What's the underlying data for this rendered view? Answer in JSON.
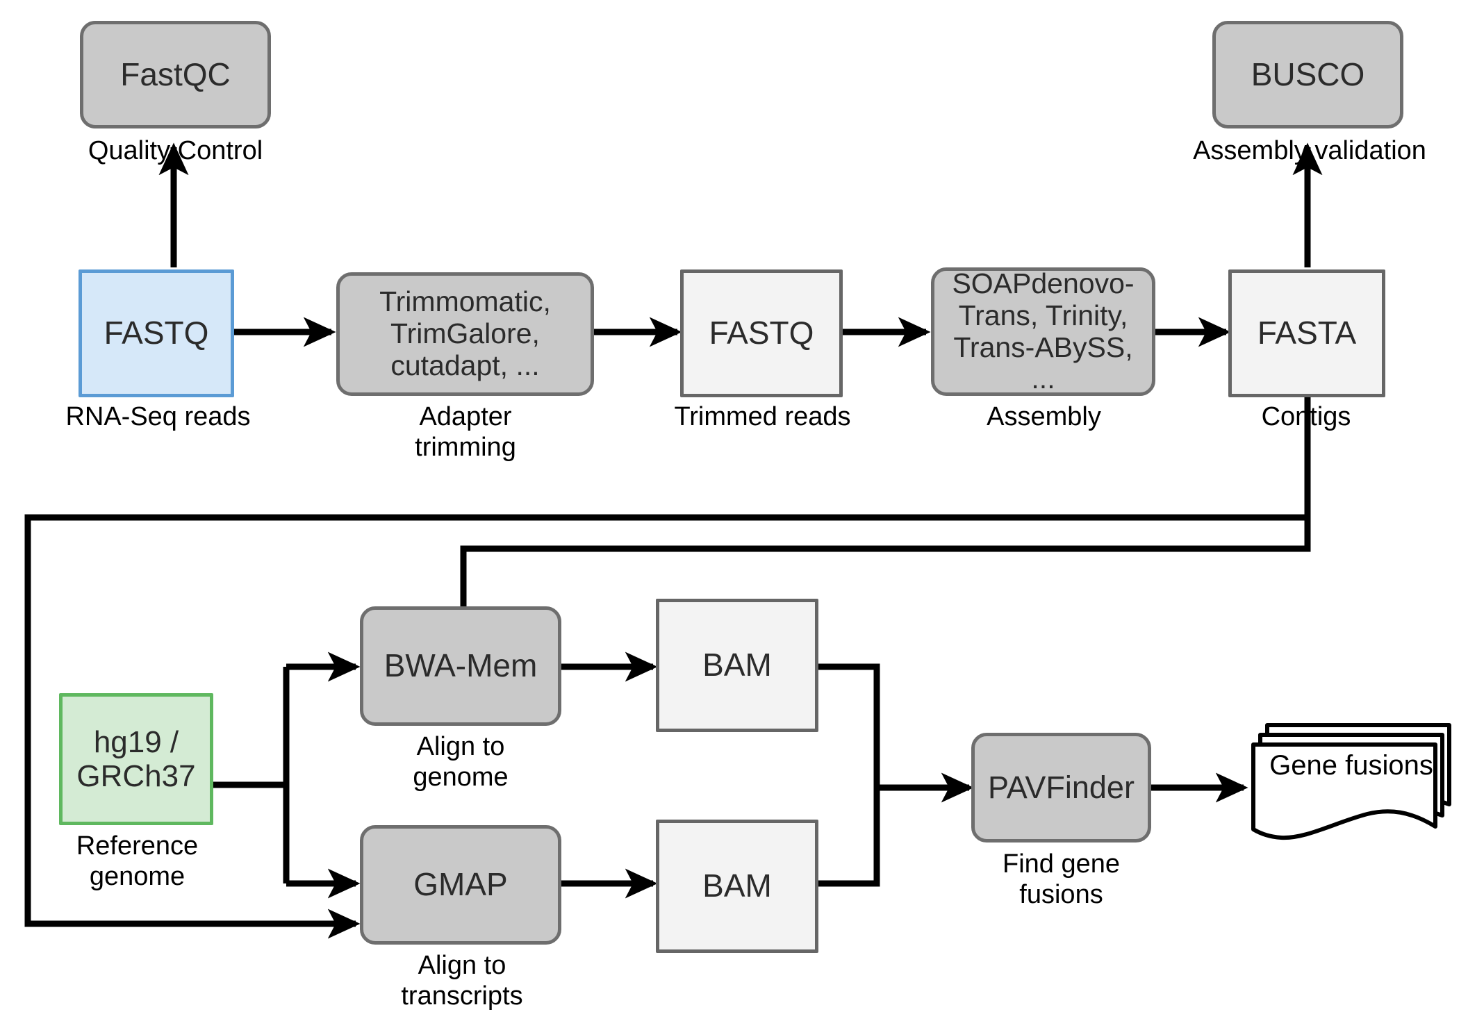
{
  "diagram": {
    "title": "RNA-Seq de novo assembly and gene fusion detection workflow",
    "background": "#ffffff",
    "colors": {
      "tool_fill": "#c9c9c9",
      "tool_border": "#6e6e6e",
      "file_fill": "#f3f3f3",
      "file_border": "#666666",
      "input_fill": "#d6e8f9",
      "input_border": "#5b9bd5",
      "reference_fill": "#d4ebd4",
      "reference_border": "#5fb85f",
      "edge": "#000000",
      "text": "#2b2b2b",
      "caption_text": "#000000"
    }
  },
  "nodes": {
    "fastqc": {
      "label": "FastQC",
      "caption": "Quality Control",
      "type": "tool"
    },
    "busco": {
      "label": "BUSCO",
      "caption": "Assembly validation",
      "type": "tool"
    },
    "fastq_raw": {
      "label": "FASTQ",
      "caption": "RNA-Seq reads",
      "type": "input"
    },
    "trimming": {
      "label": "Trimmomatic,\nTrimGalore,\ncutadapt, ...",
      "caption": "Adapter\ntrimming",
      "type": "tool"
    },
    "fastq_trimmed": {
      "label": "FASTQ",
      "caption": "Trimmed reads",
      "type": "file"
    },
    "assembly": {
      "label": "SOAPdenovo-\nTrans, Trinity,\nTrans-ABySS, ...",
      "caption": "Assembly",
      "type": "tool"
    },
    "fasta_contigs": {
      "label": "FASTA",
      "caption": "Contigs",
      "type": "file"
    },
    "reference_genome": {
      "label": "hg19 /\nGRCh37",
      "caption": "Reference\ngenome",
      "type": "reference"
    },
    "bwa_mem": {
      "label": "BWA-Mem",
      "caption": "Align to\ngenome",
      "type": "tool"
    },
    "gmap": {
      "label": "GMAP",
      "caption": "Align to\ntranscripts",
      "type": "tool"
    },
    "bam_genome": {
      "label": "BAM",
      "caption": "",
      "type": "file"
    },
    "bam_transcripts": {
      "label": "BAM",
      "caption": "",
      "type": "file"
    },
    "pavfinder": {
      "label": "PAVFinder",
      "caption": "Find gene\nfusions",
      "type": "tool"
    },
    "gene_fusions": {
      "label": "Gene fusions",
      "caption": "",
      "type": "document-stack"
    }
  },
  "edges": [
    {
      "from": "fastq_raw",
      "to": "fastqc",
      "arrow": true
    },
    {
      "from": "fastq_raw",
      "to": "trimming",
      "arrow": true
    },
    {
      "from": "trimming",
      "to": "fastq_trimmed",
      "arrow": true
    },
    {
      "from": "fastq_trimmed",
      "to": "assembly",
      "arrow": true
    },
    {
      "from": "assembly",
      "to": "fasta_contigs",
      "arrow": true
    },
    {
      "from": "fasta_contigs",
      "to": "busco",
      "arrow": true
    },
    {
      "from": "fasta_contigs",
      "to": "bwa_mem",
      "arrow": true
    },
    {
      "from": "fasta_contigs",
      "to": "gmap",
      "arrow": true
    },
    {
      "from": "reference_genome",
      "to": "bwa_mem",
      "arrow": true
    },
    {
      "from": "reference_genome",
      "to": "gmap",
      "arrow": true
    },
    {
      "from": "bwa_mem",
      "to": "bam_genome",
      "arrow": true
    },
    {
      "from": "gmap",
      "to": "bam_transcripts",
      "arrow": true
    },
    {
      "from": "bam_genome",
      "to": "pavfinder",
      "arrow": true
    },
    {
      "from": "bam_transcripts",
      "to": "pavfinder",
      "arrow": true
    },
    {
      "from": "pavfinder",
      "to": "gene_fusions",
      "arrow": true
    }
  ]
}
